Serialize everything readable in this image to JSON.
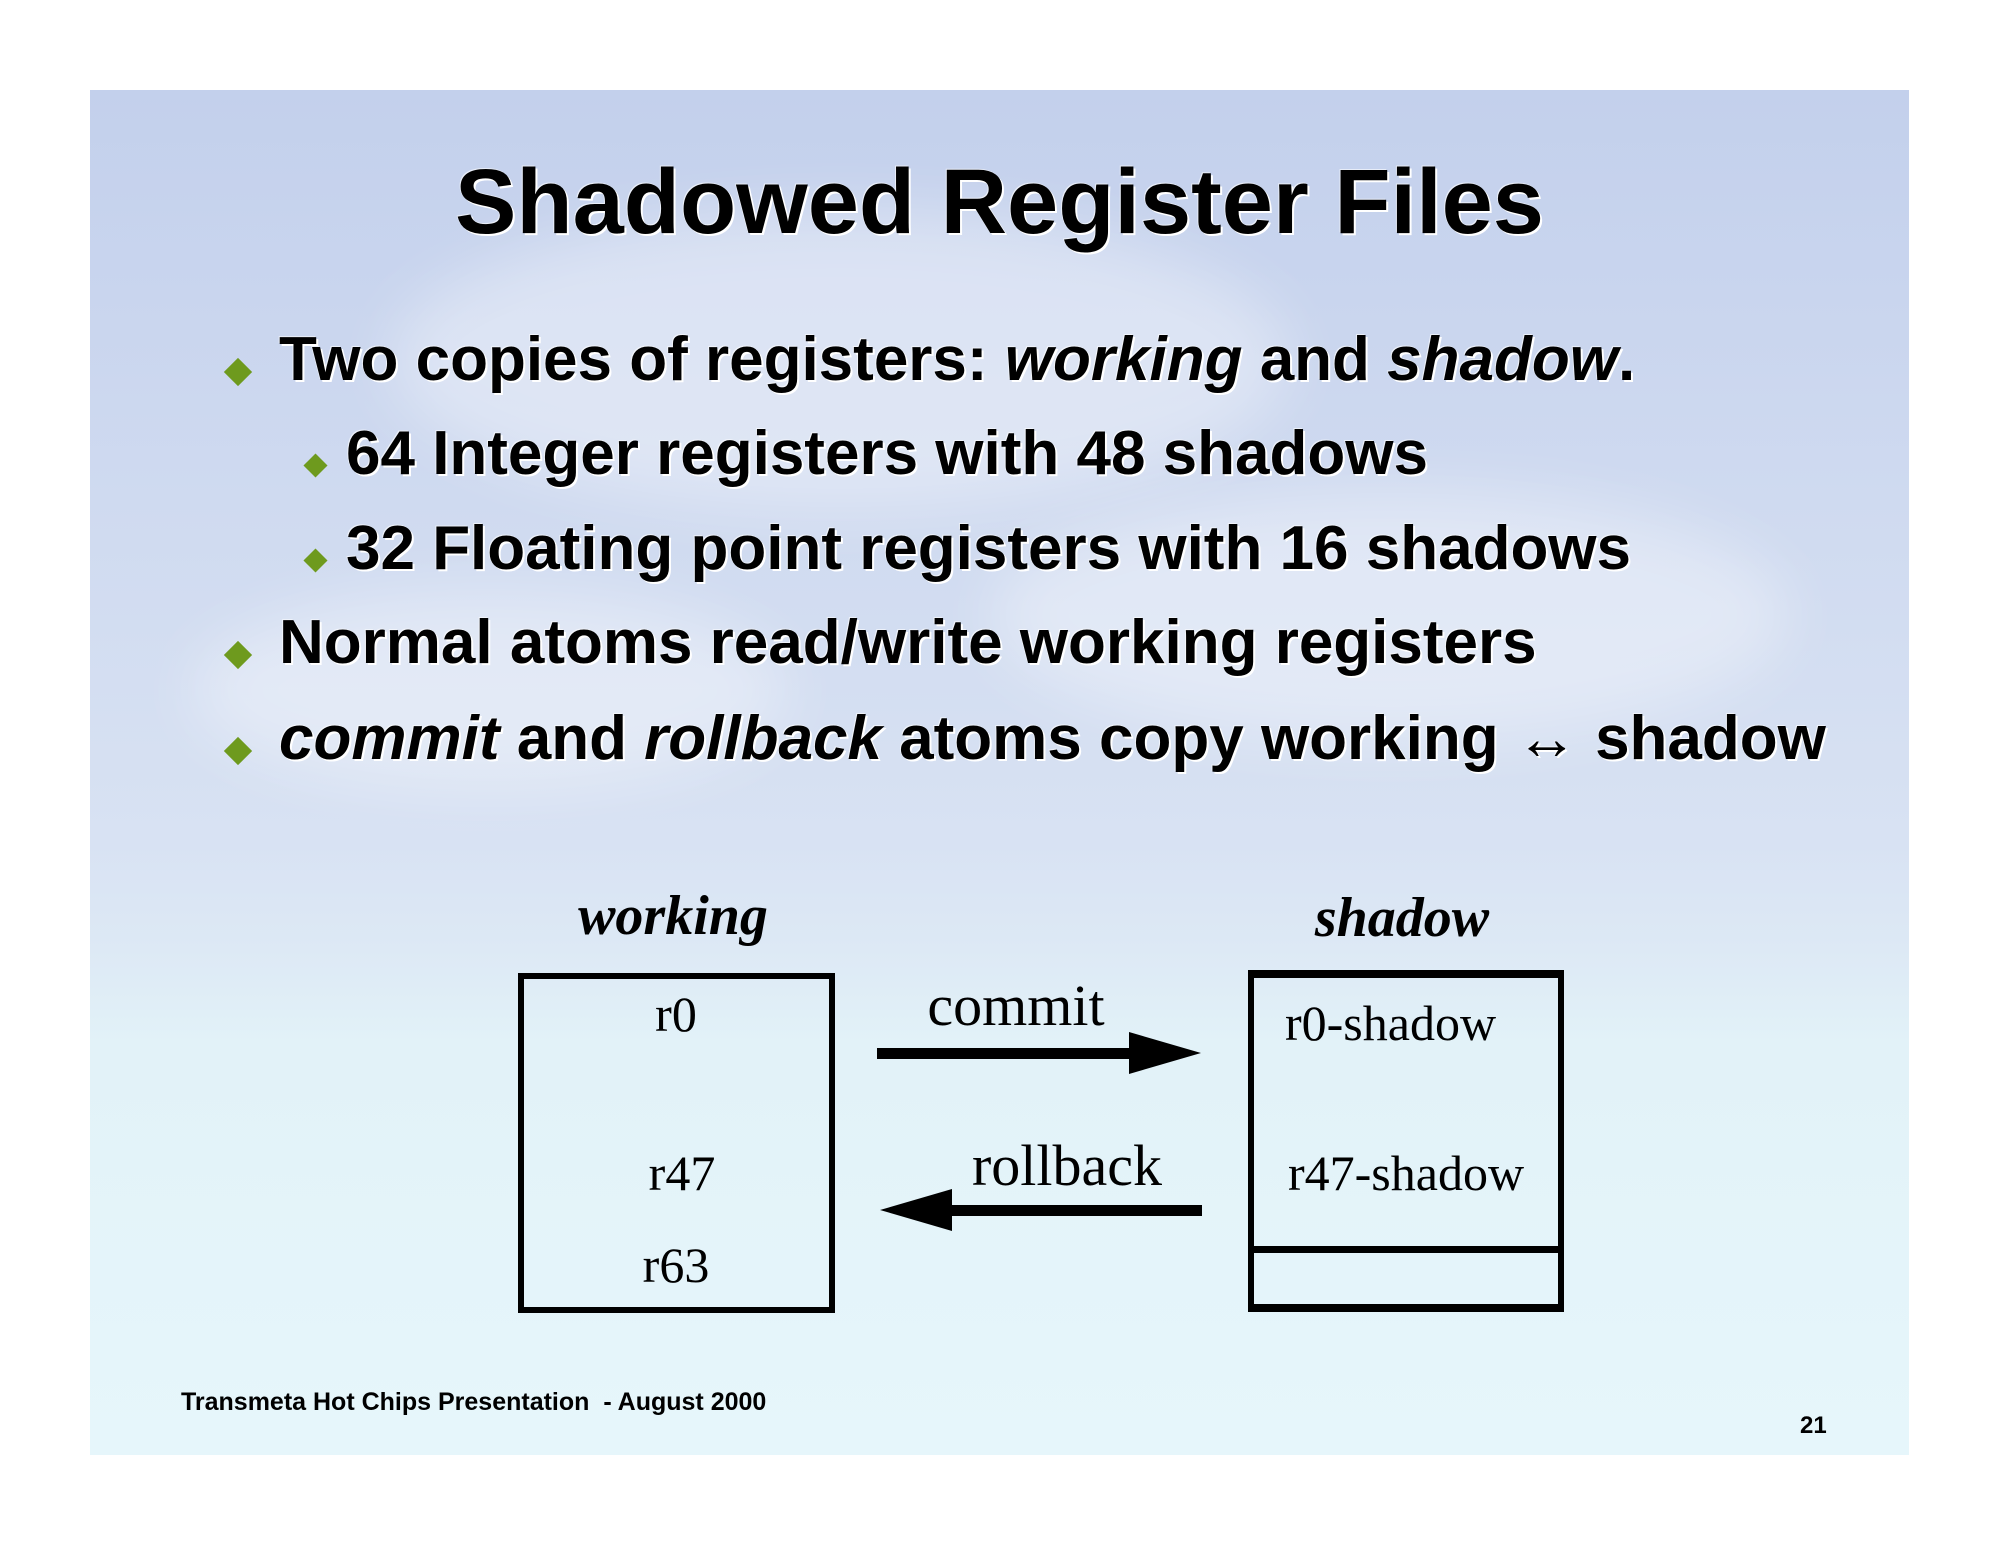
{
  "slide": {
    "title": "Shadowed Register Files",
    "bullets": [
      {
        "parts": [
          "Two copies of registers: ",
          "working",
          " and ",
          "shadow",
          "."
        ]
      },
      {
        "text": "64 Integer registers with 48 shadows"
      },
      {
        "text": "32 Floating point registers with 16 shadows"
      },
      {
        "text": "Normal atoms read/write working registers"
      },
      {
        "parts": [
          "commit",
          " and ",
          "rollback",
          " atoms copy working ↔ shadow"
        ]
      }
    ],
    "diagram": {
      "working_label": "working",
      "shadow_label": "shadow",
      "working_regs": [
        "r0",
        "r47",
        "r63"
      ],
      "shadow_regs": [
        "r0-shadow",
        "r47-shadow"
      ],
      "commit_label": "commit",
      "rollback_label": "rollback"
    },
    "footer": "Transmeta Hot Chips Presentation  - August 2000",
    "page_number": "21"
  },
  "colors": {
    "bullet": "#6e9a1e",
    "background_top": "#c3d0ec",
    "background_bottom": "#e6f6fb"
  }
}
